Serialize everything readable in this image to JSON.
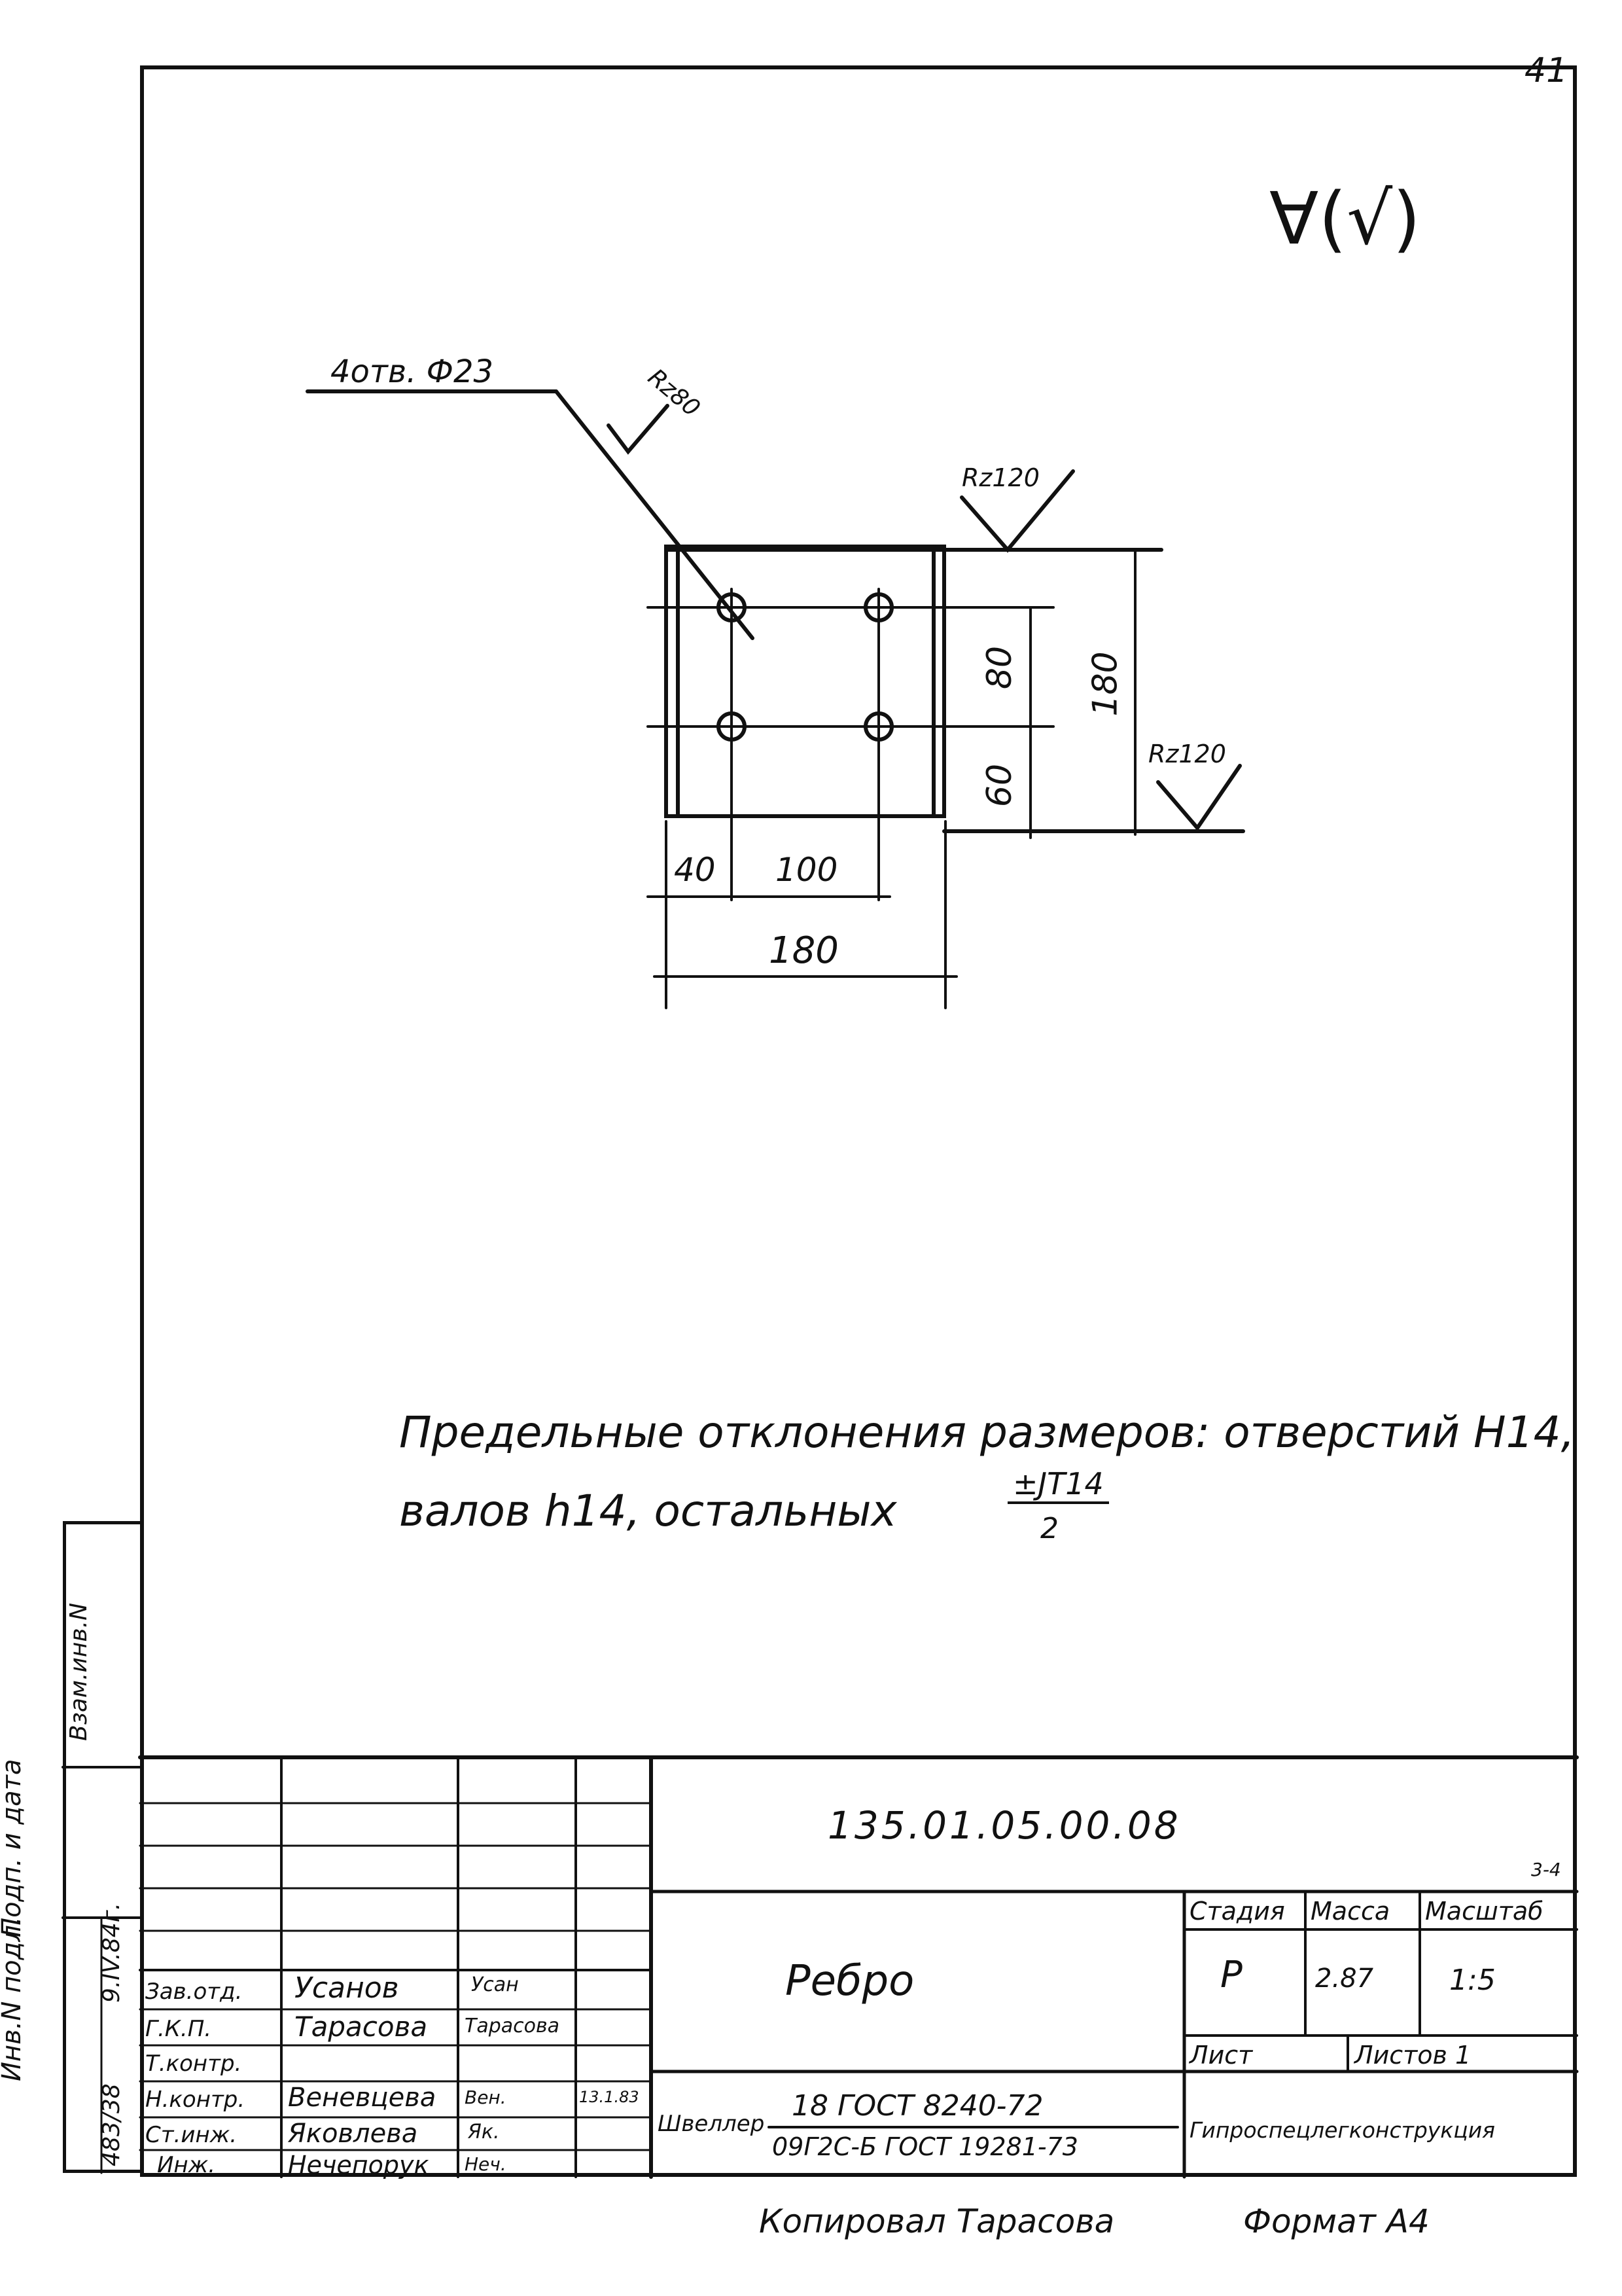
{
  "sheet_number": "41",
  "roughness_symbol": "∀(√)",
  "drawing": {
    "hole_callout": "4отв. Ф23",
    "rough_hole": "Rz80",
    "rough_top": "Rz120",
    "rough_right": "Rz120",
    "dim_80": "80",
    "dim_60": "60",
    "dim_180_vert": "180",
    "dim_40": "40",
    "dim_100": "100",
    "dim_180_horiz": "180"
  },
  "notes": {
    "line1": "Предельные отклонения размеров: отверстий   H14,",
    "line2_a": "валов   h14, остальных",
    "tol_num": "±JT14",
    "tol_den": "2"
  },
  "side_strip": {
    "cell1": "Инв.N подл.",
    "cell2": "Подп. и дата",
    "cell3": "Взам.инв.N",
    "cell1_val": "483/38",
    "cell2_val": "9.IV.84г."
  },
  "title_block": {
    "doc_code": "135.01.05.00.08",
    "small_mark": "3-4",
    "part_name": "Ребро",
    "stage_label": "Стадия",
    "mass_label": "Масса",
    "scale_label": "Масштаб",
    "stage": "Р",
    "mass": "2.87",
    "scale": "1:5",
    "sheet_label": "Лист",
    "sheets_label": "Листов 1",
    "material_prefix": "Швеллер",
    "material_num": "18  ГОСТ 8240-72",
    "material_den": "09Г2С-Б ГОСТ 19281-73",
    "organization": "Гипроспецлегконструкция",
    "roles": [
      {
        "role": "Зав.отд.",
        "name": "Усанов",
        "sign": "Усан",
        "date": ""
      },
      {
        "role": "Г.К.П.",
        "name": "Тарасова",
        "sign": "Тарасова",
        "date": ""
      },
      {
        "role": "Т.контр.",
        "name": "",
        "sign": "",
        "date": ""
      },
      {
        "role": "Н.контр.",
        "name": "Веневцева",
        "sign": "Вен.",
        "date": "13.1.83"
      },
      {
        "role": "Ст.инж.",
        "name": "Яковлева",
        "sign": "Як.",
        "date": ""
      },
      {
        "role": "Инж.",
        "name": "Нечепорук",
        "sign": "Неч.",
        "date": ""
      }
    ]
  },
  "footer": {
    "copied_by": "Копировал Тарасова",
    "format": "Формат А4"
  }
}
